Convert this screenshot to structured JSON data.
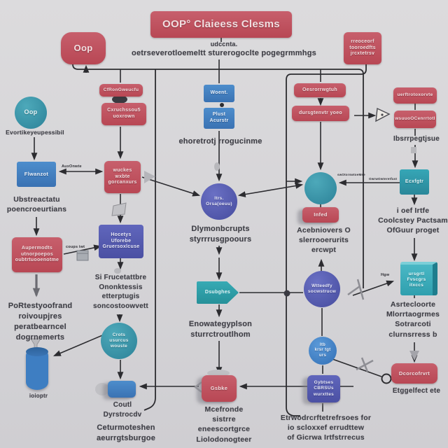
{
  "palette": {
    "background": "#d6d5d8",
    "red": "#bd4d5b",
    "blue": "#3f7cbd",
    "indigo": "#5157ad",
    "teal": "#2f93a6",
    "line": "#2c2c30"
  },
  "header": {
    "title": "OOP° Claieess Clesms",
    "badge": "Oop",
    "subtitle_line1": "udccnta.",
    "subtitle_line2": "oetrseverotloemeltt sturerogoclte pogegrmmhgs",
    "corner_note": "rreoceorf\ntooroedfts\njrcxtetrsv"
  },
  "col1": {
    "circle": "Oop",
    "caption1": "Evortikeyeupessibil",
    "blue_box": "Flwanzot",
    "caption2": "Ubstreactatu\npoencroeurtians",
    "red_box": "Aupermodts\nutnorpoepos\noubtrtuooenotme",
    "caption3": "PoRtestyoofrand\nroivoupjres\nperatbearncel\ndogrnemerts",
    "cylinder_label": "ioioptr"
  },
  "col2": {
    "box1": "CfRonGweucfu",
    "box2": "Cxruchssou5\nuoxrown",
    "box3": "wuckes\nwxbte\ngorcanxurs",
    "purple_box": "Hocetys\nUforebe\nGruersoxlcuse",
    "caption1": "Si Frucetattbre\nOnonktessis\netterptugis\nsoncostoowvett",
    "circle": "Crots\nusurcus\nwouste",
    "caption2": "Coutl\nDyrstrocdv",
    "caption3": "Ceturmoteshen\naeurrgtsburgoe"
  },
  "col3": {
    "box1": "Woent.",
    "box2": "Plust\nAcurstr",
    "caption1": "ehoretrotj rrogucinme",
    "circle": "Itrs.\nOrsa(oeuu)",
    "caption2": "Dlymonbcrupts\nstyrrrusgpoours",
    "arrow_box": "Dsubghes",
    "caption3": "Enowategyplson\nsturrctroutlhom",
    "red_box": "Gsbke",
    "caption4": "Mcefronde\nsistrre\neneescortgrce\nLiolodonogteer"
  },
  "col4": {
    "box1": "Oesrorrwgtuh",
    "box2": "dursgtenvtr yoeo",
    "red_box": "Infed",
    "caption1": "Acebniovers O\nslerrooerurits\nercwpt",
    "circle2": "Wtteedfy\nsocwstrucw",
    "circle3": "Itb\nkrsr tgt\nurs",
    "purple_box": "Gybtses\nCBRSUs\nwurxttes",
    "caption2": "Etrwodrcrftetrefrsoes for\nio scloxxef errudttew\nof Gicrwa Irtfstrrecus"
  },
  "col5": {
    "box1": "uerftrotoxorvte",
    "box2": "wsuuoOCenrrtotl",
    "caption1": "Ibsrrpegtjsue",
    "teal_box": "Ecxfgtr",
    "caption2": "i oef Irtfe\nCoolcstey Pactsam\nOfGuur proget",
    "cube": "ursgrtl\nFvscgrs\nitxccs",
    "caption3": "Asrtecloorte\nMlorrtaogrmes\nSotrarcoti\nclurnsrress b",
    "red_box": "Dcorcofrvrt",
    "caption4": "Etggelfect ete"
  },
  "connector_labels": {
    "coups": "coups iwt",
    "aux": "AuxOnwte",
    "swo": "swOtorswtoeMse",
    "owrw": "OwrwOwteretfust",
    "hgw": "Hgw"
  }
}
